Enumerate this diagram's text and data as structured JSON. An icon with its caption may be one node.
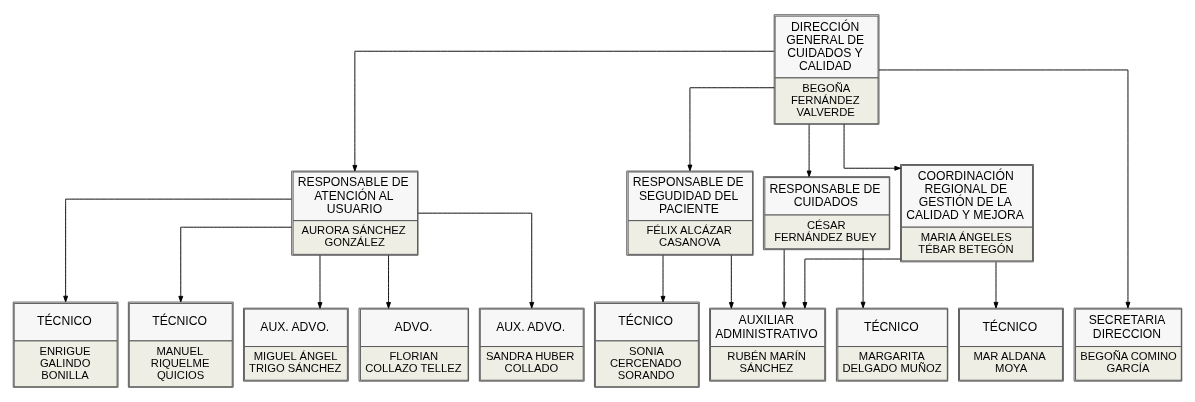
{
  "diagram": {
    "nodes": [
      {
        "text": [
          "DIRECCIÓN GENERAL DE CUIDADOS Y CALIDAD",
          "BEGOÑA FERNÁNDEZ VALVERDE"
        ]
      },
      {
        "text": [
          "RESPONSABLE DE ATENCIÓN AL USUARIO",
          "AURORA SÁNCHEZ GONZÁLEZ"
        ]
      },
      {
        "text": [
          "RESPONSABLE DE SEGUDIDAD DEL PACIENTE",
          "FÉLIX ALCÁZAR CASANOVA"
        ]
      },
      {
        "text": [
          "RESPONSABLE DE CUIDADOS",
          "CÉSAR FERNÁNDEZ BUEY"
        ]
      },
      {
        "text": [
          "COORDINACIÓN REGIONAL DE GESTIÓN DE LA CALIDAD Y MEJORA",
          "MARIA ÁNGELES TÉBAR BETEGÓN"
        ]
      },
      {
        "text": [
          "TÉCNICO",
          "ENRIGUE GALINDO BONILLA"
        ]
      },
      {
        "text": [
          "TÉCNICO",
          "MANUEL RIQUELME QUICIOS"
        ]
      },
      {
        "text": [
          "AUX. ADVO.",
          "MIGUEL ÁNGEL TRIGO SÁNCHEZ"
        ]
      },
      {
        "text": [
          "ADVO.",
          "FLORIAN COLLAZO TELLEZ"
        ]
      },
      {
        "text": [
          "AUX. ADVO.",
          "SANDRA HUBER COLLADO"
        ]
      },
      {
        "text": [
          "TÉCNICO",
          "SONIA CERCENADO SORANDO"
        ]
      },
      {
        "text": [
          "TÉCNICO",
          "MARGARITA DELGADO MUÑOZ"
        ]
      },
      {
        "text": [
          "AUXILIAR ADMINISTRATIVO",
          "RUBÉN MARÍN SÁNCHEZ"
        ]
      },
      {
        "text": [
          "TÉCNICO",
          "MAR ALDANA MOYA"
        ]
      },
      {
        "text": [
          "SECRETARIA DIRECCION",
          "BEGOÑA COMINO GARCÍA"
        ]
      }
    ],
    "edges": [
      {
        "from": 0,
        "to": 1,
        "arrow": "to"
      },
      {
        "from": 0,
        "to": 2,
        "arrow": "to"
      },
      {
        "from": 0,
        "to": 3,
        "arrow": "to"
      },
      {
        "from": 0,
        "to": 4,
        "arrow": "to"
      },
      {
        "from": 0,
        "to": 14,
        "arrow": "to"
      },
      {
        "from": 1,
        "to": 5,
        "arrow": "to"
      },
      {
        "from": 1,
        "to": 6,
        "arrow": "to"
      },
      {
        "from": 1,
        "to": 7,
        "arrow": "to"
      },
      {
        "from": 1,
        "to": 8,
        "arrow": "to"
      },
      {
        "from": 1,
        "to": 9,
        "arrow": "to"
      },
      {
        "from": 2,
        "to": 10,
        "arrow": "to"
      },
      {
        "from": 2,
        "to": 12,
        "arrow": "to"
      },
      {
        "from": 3,
        "to": 11,
        "arrow": "to"
      },
      {
        "from": 3,
        "to": 12,
        "arrow": "to"
      },
      {
        "from": 4,
        "to": 13,
        "arrow": "to"
      },
      {
        "from": 4,
        "to": 12,
        "arrow": "to"
      }
    ]
  }
}
